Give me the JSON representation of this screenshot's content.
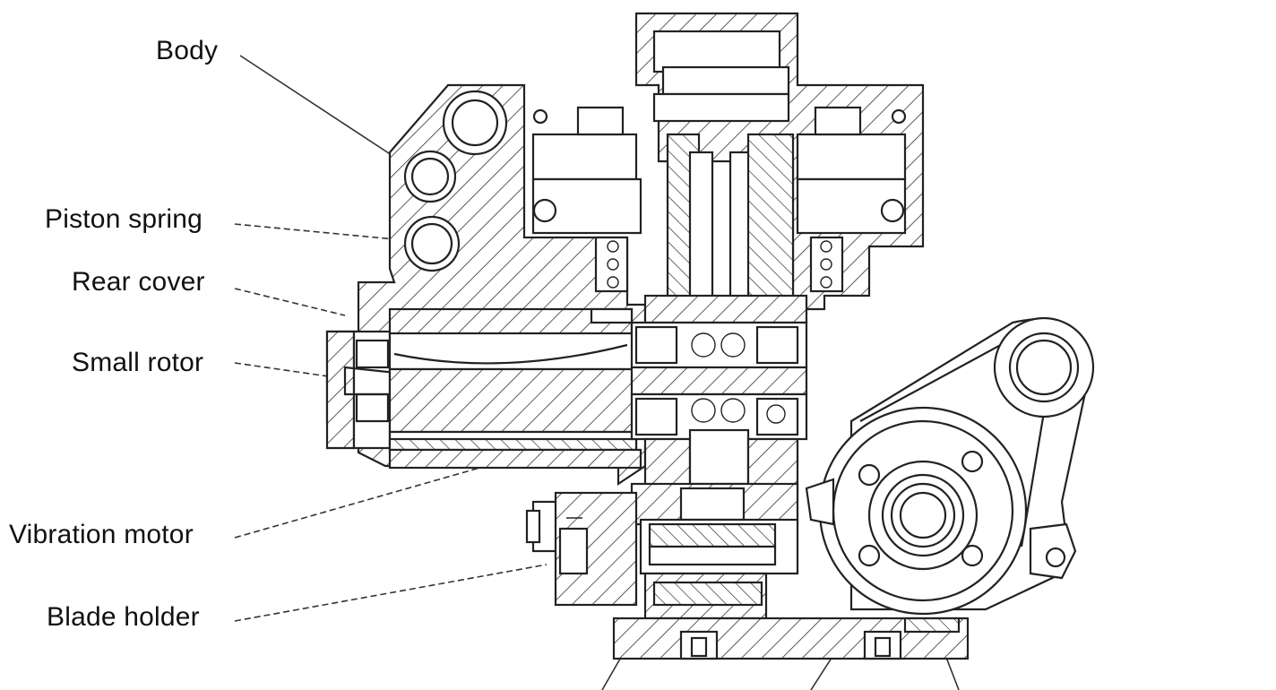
{
  "labels": {
    "body": "Body",
    "piston_spring": "Piston spring",
    "rear_cover": "Rear cover",
    "small_rotor": "Small rotor",
    "vibration_motor": "Vibration motor",
    "blade_holder": "Blade holder"
  },
  "colors": {
    "line": "#222222",
    "background": "#ffffff"
  }
}
